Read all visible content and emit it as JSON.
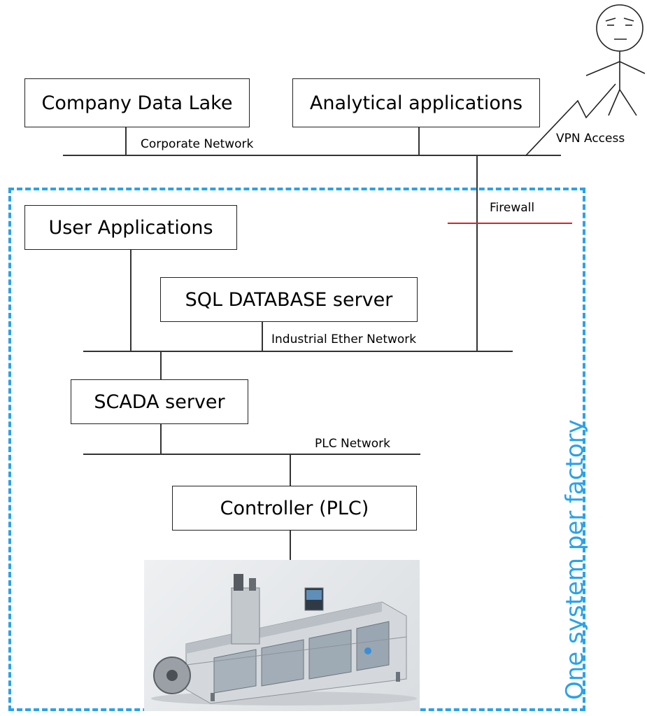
{
  "boxes": {
    "data_lake": "Company Data Lake",
    "analytics": "Analytical applications",
    "user_apps": "User Applications",
    "sql_server": "SQL DATABASE server",
    "scada": "SCADA server",
    "plc": "Controller (PLC)"
  },
  "networks": {
    "corporate": "Corporate Network",
    "industrial": "Industrial Ether Network",
    "plc": "PLC Network"
  },
  "labels": {
    "vpn": "VPN Access",
    "firewall": "Firewall",
    "factory_scope": "One system per factory"
  },
  "colors": {
    "accent_blue": "#2aa2e8",
    "firewall_red": "#e02020",
    "line": "#333333"
  },
  "icons": {
    "user": "stick-figure-icon",
    "machine": "packaging-machine-image"
  }
}
